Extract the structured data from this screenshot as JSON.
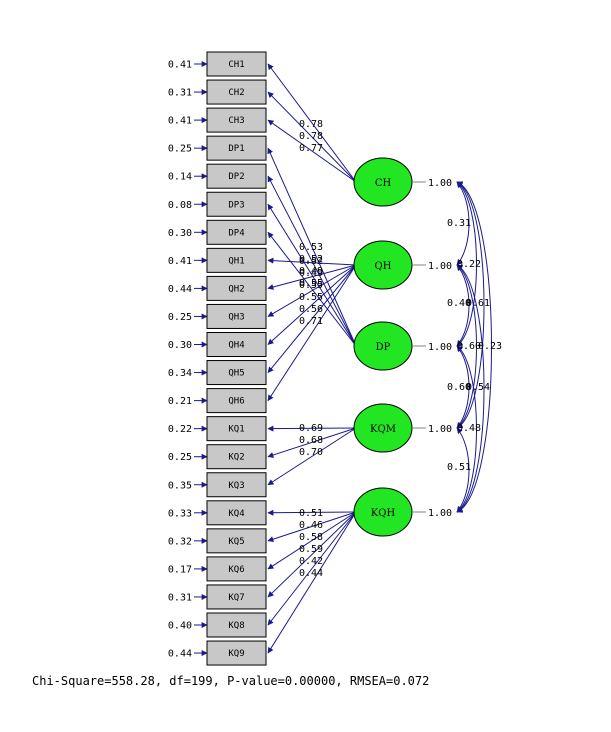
{
  "observed": [
    {
      "name": "CH1",
      "error": "0.41"
    },
    {
      "name": "CH2",
      "error": "0.31"
    },
    {
      "name": "CH3",
      "error": "0.41"
    },
    {
      "name": "DP1",
      "error": "0.25"
    },
    {
      "name": "DP2",
      "error": "0.14"
    },
    {
      "name": "DP3",
      "error": "0.08"
    },
    {
      "name": "DP4",
      "error": "0.30"
    },
    {
      "name": "QH1",
      "error": "0.41"
    },
    {
      "name": "QH2",
      "error": "0.44"
    },
    {
      "name": "QH3",
      "error": "0.25"
    },
    {
      "name": "QH4",
      "error": "0.30"
    },
    {
      "name": "QH5",
      "error": "0.34"
    },
    {
      "name": "QH6",
      "error": "0.21"
    },
    {
      "name": "KQ1",
      "error": "0.22"
    },
    {
      "name": "KQ2",
      "error": "0.25"
    },
    {
      "name": "KQ3",
      "error": "0.35"
    },
    {
      "name": "KQ4",
      "error": "0.33"
    },
    {
      "name": "KQ5",
      "error": "0.32"
    },
    {
      "name": "KQ6",
      "error": "0.17"
    },
    {
      "name": "KQ7",
      "error": "0.31"
    },
    {
      "name": "KQ8",
      "error": "0.40"
    },
    {
      "name": "KQ9",
      "error": "0.44"
    }
  ],
  "latents": [
    {
      "name": "CH",
      "variance": "1.00",
      "indicators": [
        0,
        1,
        2
      ],
      "loadings": [
        "0.78",
        "0.78",
        "0.77"
      ]
    },
    {
      "name": "QH",
      "variance": "1.00",
      "indicators": [
        7,
        8,
        9,
        10,
        11,
        12
      ],
      "loadings": [
        "0.52",
        "0.49",
        "0.55",
        "0.55",
        "0.56",
        "0.71"
      ]
    },
    {
      "name": "DP",
      "variance": "1.00",
      "indicators": [
        3,
        4,
        5,
        6
      ],
      "loadings": [
        "0.53",
        "0.52",
        "0.49",
        "0.55"
      ]
    },
    {
      "name": "KQM",
      "variance": "1.00",
      "indicators": [
        13,
        14,
        15
      ],
      "loadings": [
        "0.69",
        "0.68",
        "0.70"
      ]
    },
    {
      "name": "KQH",
      "variance": "1.00",
      "indicators": [
        16,
        17,
        18,
        19,
        20,
        21
      ],
      "loadings": [
        "0.51",
        "0.46",
        "0.58",
        "0.59",
        "0.42",
        "0.44"
      ]
    }
  ],
  "correlations": [
    {
      "from": 0,
      "to": 1,
      "value": "0.31"
    },
    {
      "from": 0,
      "to": 2,
      "value": "0.40"
    },
    {
      "from": 1,
      "to": 2,
      "value": "0.22"
    },
    {
      "from": 2,
      "to": 3,
      "value": "0.60"
    },
    {
      "from": 1,
      "to": 3,
      "value": "0.61"
    },
    {
      "from": 0,
      "to": 3,
      "value": "0.23"
    },
    {
      "from": 3,
      "to": 4,
      "value": "0.51"
    },
    {
      "from": 2,
      "to": 4,
      "value": "0.48"
    },
    {
      "from": 1,
      "to": 4,
      "value": "0.54"
    },
    {
      "from": 0,
      "to": 4,
      "value": "0.60"
    }
  ],
  "fit_statistics": "Chi-Square=558.28, df=199, P-value=0.00000, RMSEA=0.072"
}
